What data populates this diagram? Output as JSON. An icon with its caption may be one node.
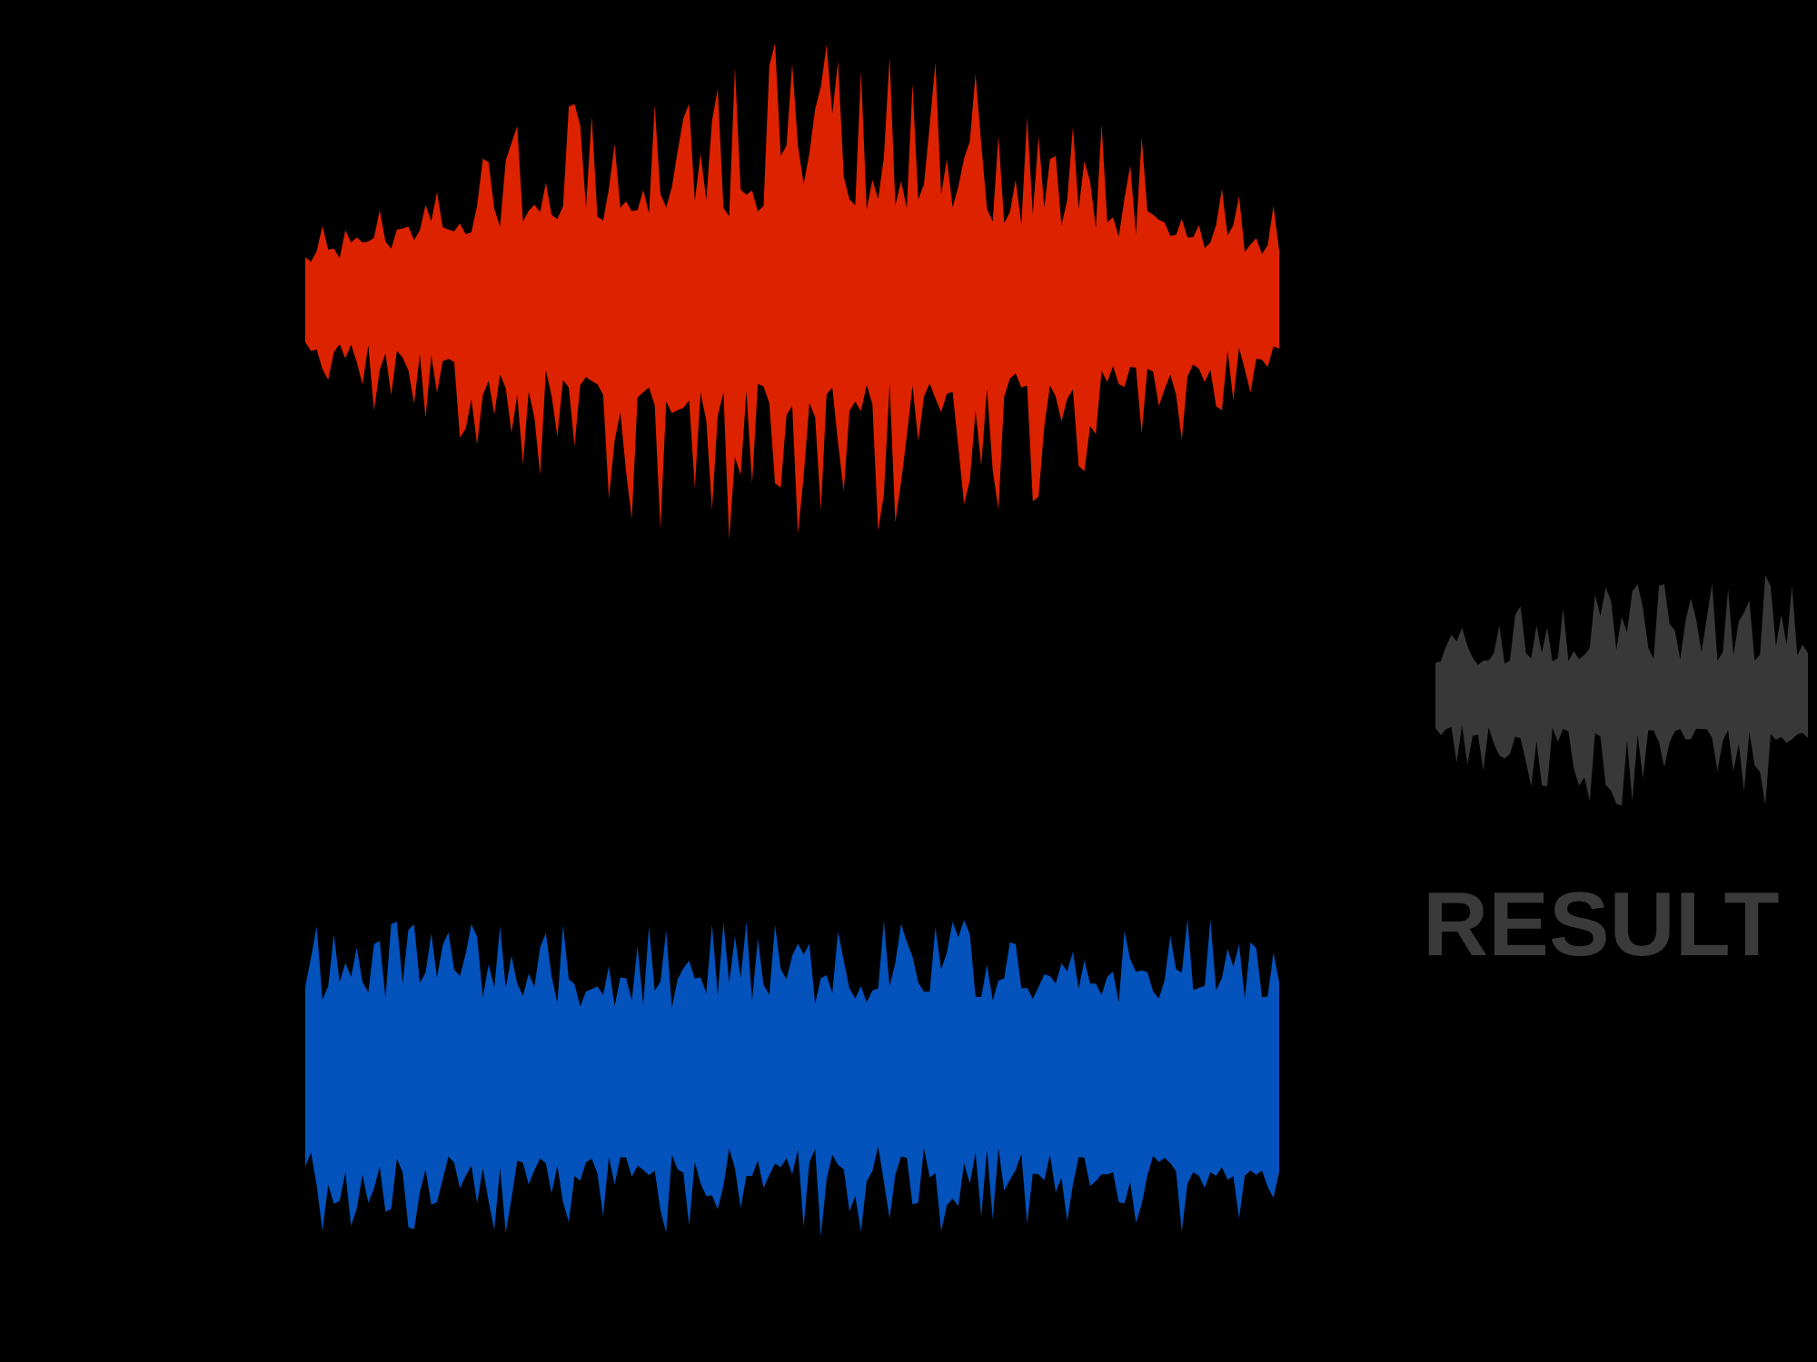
{
  "diagram": {
    "nodes": [
      {
        "text": [],
        "shape": "picture"
      },
      {
        "text": [],
        "shape": "picture"
      },
      {
        "text": [],
        "shape": "picture",
        "beside": [
          "RESULT"
        ]
      }
    ]
  }
}
